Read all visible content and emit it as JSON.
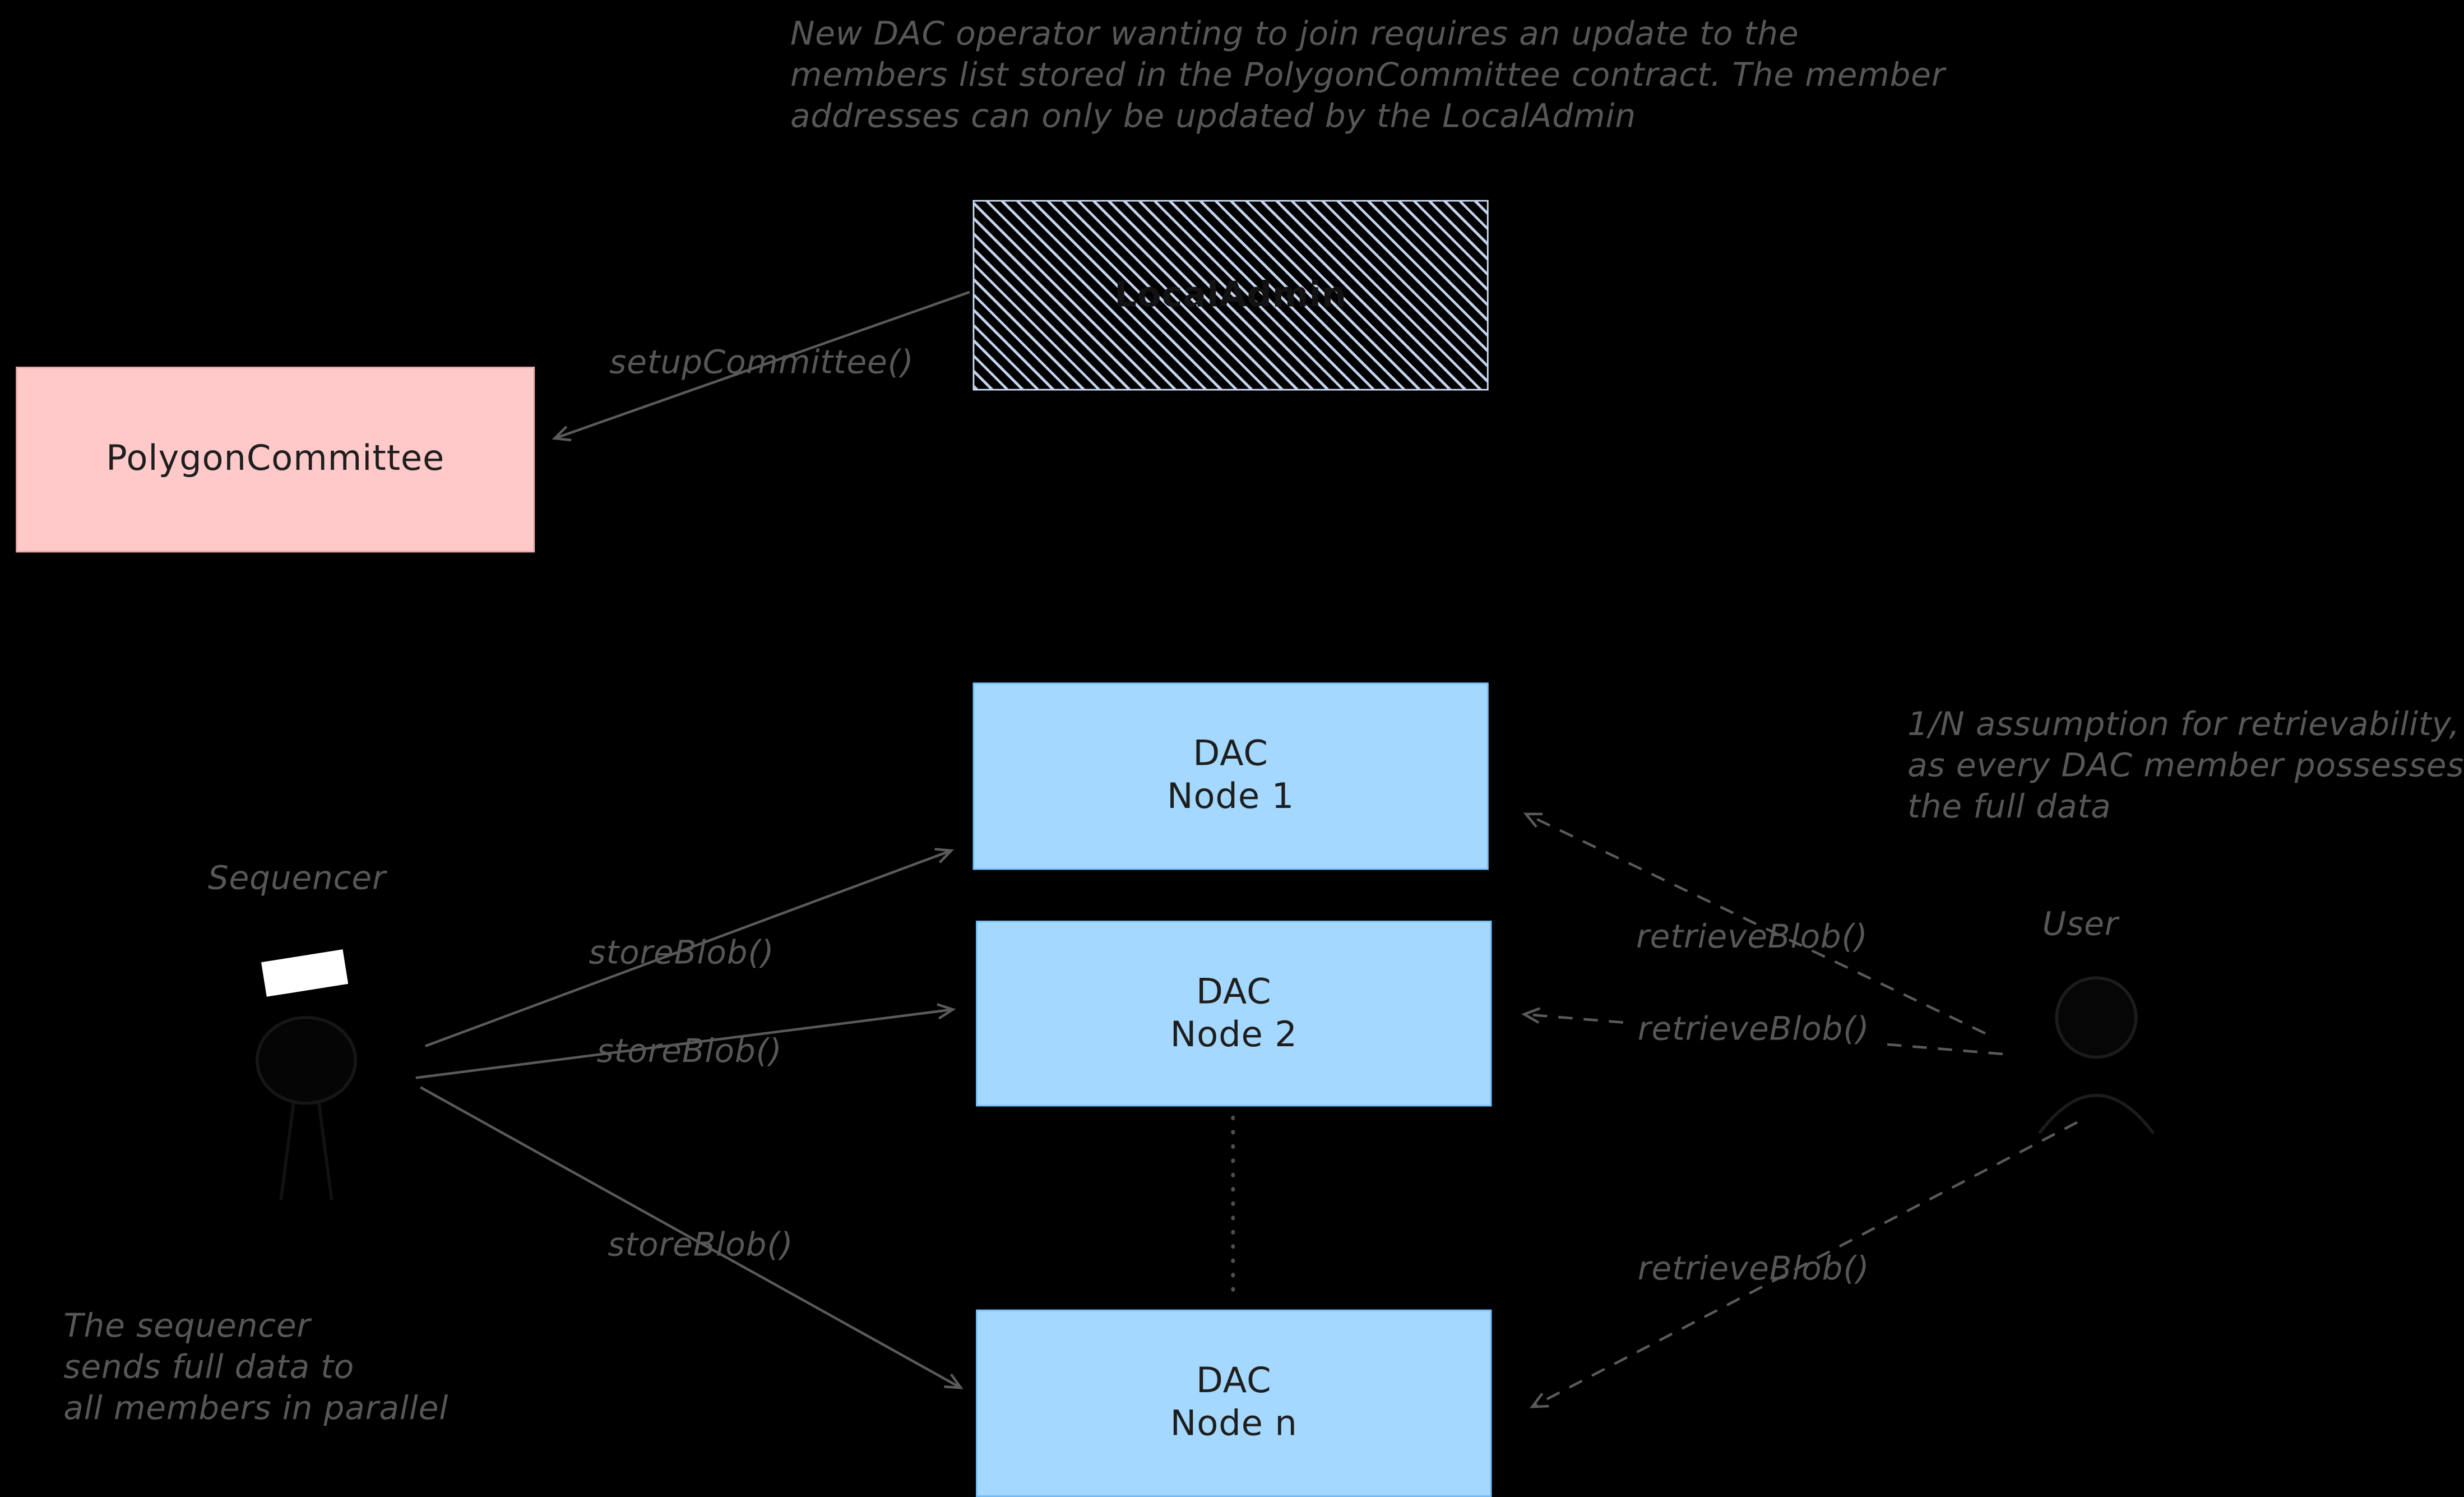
{
  "diagram": {
    "notes": {
      "top": {
        "line1": "New DAC operator wanting to join requires an update to the",
        "line2": "members list stored in the PolygonCommittee contract. The member",
        "line3": "addresses can only be updated by the LocalAdmin"
      },
      "right": {
        "line1": "1/N assumption for retrievability,",
        "line2": "as every DAC member possesses",
        "line3": "the full data"
      },
      "bottom_left": {
        "line1": "The sequencer",
        "line2": "sends full data to",
        "line3": "all members in parallel"
      }
    },
    "boxes": {
      "local_admin": {
        "label": "LocalAdmin"
      },
      "polygon_committee": {
        "label": "PolygonCommittee"
      },
      "dac_node_1": {
        "line1": "DAC",
        "line2": "Node 1"
      },
      "dac_node_2": {
        "line1": "DAC",
        "line2": "Node 2"
      },
      "dac_node_n": {
        "line1": "DAC",
        "line2": "Node n"
      }
    },
    "actors": {
      "sequencer": "Sequencer",
      "user": "User"
    },
    "edge_labels": {
      "setup_committee": "setupCommittee()",
      "store_blob_1": "storeBlob()",
      "store_blob_2": "storeBlob()",
      "store_blob_n": "storeBlob()",
      "retrieve_blob_1": "retrieveBlob()",
      "retrieve_blob_2": "retrieveBlob()",
      "retrieve_blob_n": "retrieveBlob()"
    },
    "colors": {
      "background": "#000000",
      "note_text": "#575757",
      "arrow": "#5a5a5a",
      "dac_node_fill": "#a5d8ff",
      "committee_fill": "#ffc9c9",
      "hatch_stroke": "#d6e4ff",
      "box_text": "#1e1e1e"
    }
  }
}
